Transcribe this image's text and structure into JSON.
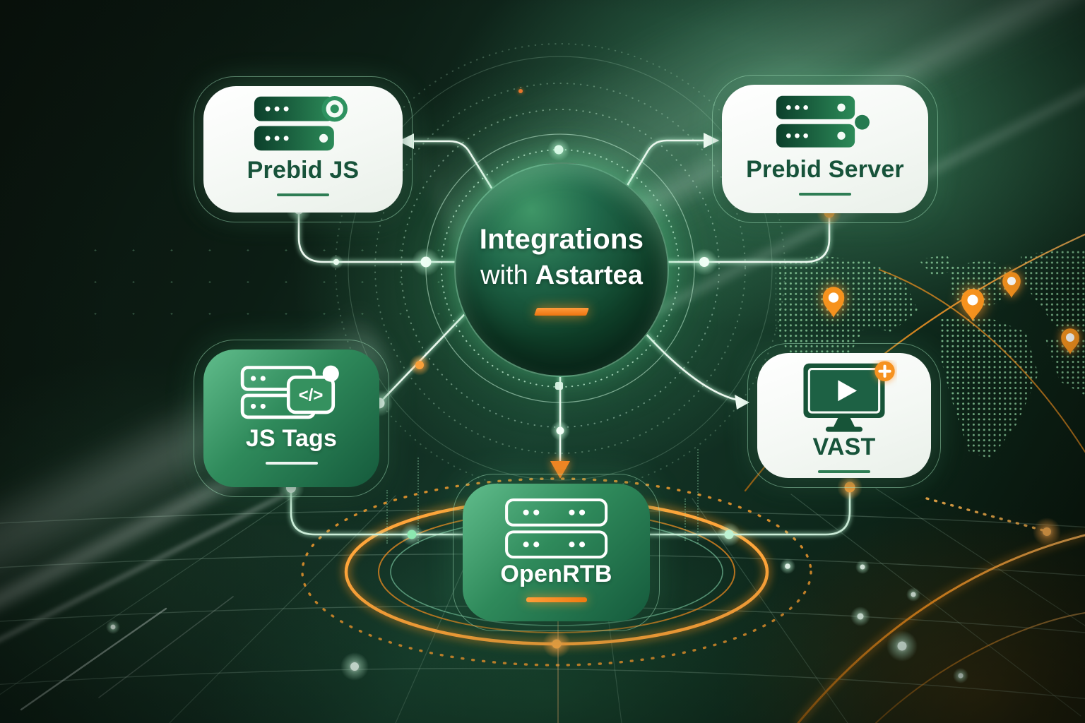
{
  "title": {
    "line1": "Integrations",
    "line2_prefix": "with",
    "line2_emphasis": "Astartea"
  },
  "nodes": {
    "prebid_js": {
      "label": "Prebid JS",
      "style": "light",
      "icon": "server-toggle-icon"
    },
    "prebid_server": {
      "label": "Prebid Server",
      "style": "light",
      "icon": "server-stack-icon"
    },
    "js_tags": {
      "label": "JS Tags",
      "style": "green",
      "icon": "server-code-icon"
    },
    "vast": {
      "label": "VAST",
      "style": "light",
      "icon": "video-monitor-plus-icon"
    },
    "openrtb": {
      "label": "OpenRTB",
      "style": "green",
      "icon": "server-outline-icon"
    }
  },
  "glyphs": {
    "code_tag": "</>"
  },
  "colors": {
    "accent_orange": "#f5821f",
    "deep_green": "#0d3b28",
    "card_text_green": "#17533a",
    "glow_green": "#7ce2a8",
    "card_white": "#f6f8f5"
  }
}
